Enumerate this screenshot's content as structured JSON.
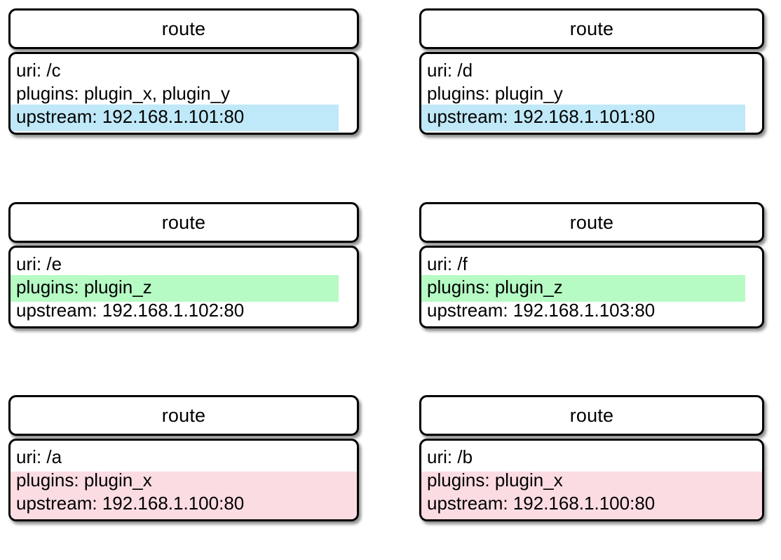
{
  "diagram": {
    "type": "uml-class-cards",
    "title_label": "route",
    "colors": {
      "highlight_blue": "#bfe8f8",
      "highlight_green": "#b6fbc4",
      "highlight_pink": "#fbdce2",
      "border": "#000000",
      "card_background": "#ffffff",
      "page_background": "#ffffff",
      "text": "#000000"
    },
    "cards": [
      {
        "id": "route-c",
        "title": "route",
        "attributes": [
          {
            "label": "uri: /c",
            "highlight": "none"
          },
          {
            "label": "plugins: plugin_x, plugin_y",
            "highlight": "none"
          },
          {
            "label": "upstream: 192.168.1.101:80",
            "highlight": "blue"
          }
        ]
      },
      {
        "id": "route-d",
        "title": "route",
        "attributes": [
          {
            "label": "uri: /d",
            "highlight": "none"
          },
          {
            "label": "plugins: plugin_y",
            "highlight": "none"
          },
          {
            "label": "upstream: 192.168.1.101:80",
            "highlight": "blue"
          }
        ]
      },
      {
        "id": "route-e",
        "title": "route",
        "attributes": [
          {
            "label": "uri: /e",
            "highlight": "none"
          },
          {
            "label": "plugins: plugin_z",
            "highlight": "green"
          },
          {
            "label": "upstream: 192.168.1.102:80",
            "highlight": "none"
          }
        ]
      },
      {
        "id": "route-f",
        "title": "route",
        "attributes": [
          {
            "label": "uri: /f",
            "highlight": "none"
          },
          {
            "label": "plugins: plugin_z",
            "highlight": "green"
          },
          {
            "label": "upstream: 192.168.1.103:80",
            "highlight": "none"
          }
        ]
      },
      {
        "id": "route-a",
        "title": "route",
        "attributes": [
          {
            "label": "uri: /a",
            "highlight": "none"
          },
          {
            "label": "plugins: plugin_x",
            "highlight": "pink"
          },
          {
            "label": "upstream: 192.168.1.100:80",
            "highlight": "pink"
          }
        ]
      },
      {
        "id": "route-b",
        "title": "route",
        "attributes": [
          {
            "label": "uri: /b",
            "highlight": "none"
          },
          {
            "label": "plugins: plugin_x",
            "highlight": "pink"
          },
          {
            "label": "upstream: 192.168.1.100:80",
            "highlight": "pink"
          }
        ]
      }
    ]
  }
}
